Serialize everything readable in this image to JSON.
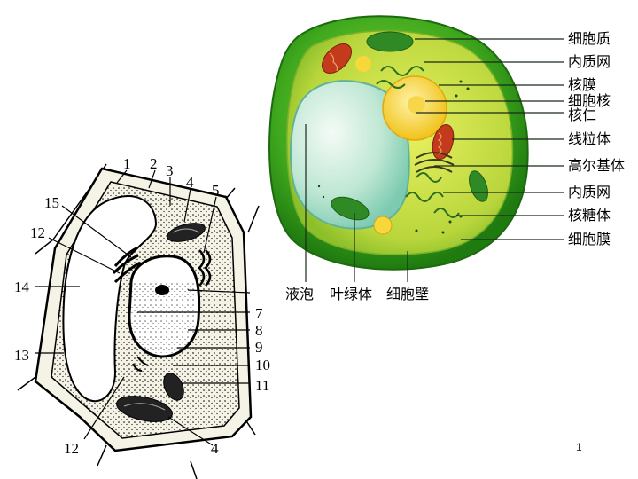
{
  "plant_cell_3d": {
    "right_labels": [
      "细胞质",
      "内质网",
      "核膜",
      "细胞核",
      "核仁",
      "线粒体",
      "高尔基体",
      "内质网",
      "核糖体",
      "细胞膜"
    ],
    "bottom_labels": [
      "液泡",
      "叶绿体",
      "细胞壁"
    ]
  },
  "cell_sketch": {
    "numbers": [
      "1",
      "2",
      "3",
      "4",
      "5",
      "15",
      "12",
      "14",
      "13",
      "7",
      "8",
      "9",
      "10",
      "11",
      "12",
      "4"
    ]
  },
  "page_number": "1"
}
